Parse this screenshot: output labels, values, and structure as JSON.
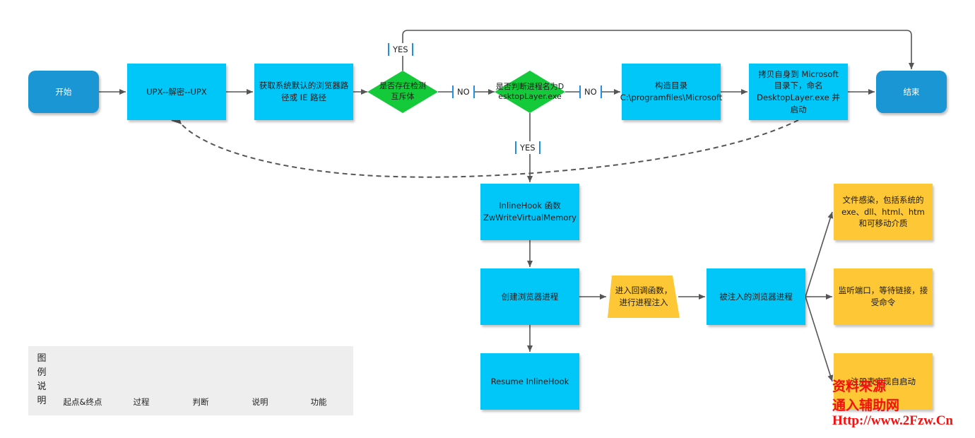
{
  "nodes": {
    "start": "开始",
    "upx": "UPX--解密--UPX",
    "get_path": "获取系统默认的浏览器路径或 IE 路径",
    "mutex": "是否存在检测互斥体",
    "judge_proc": "是否判断进程名为DesktopLayer.exe",
    "build_dir": "构造目录 C:\\programfiles\\Microsoft",
    "copy_self": "拷贝自身到 Microsoft 目录下，命名 DesktopLayer.exe 并启动",
    "end": "结束",
    "inline_hook": "InlineHook 函数 ZwWriteVirtualMemory",
    "create_browser": "创建浏览器进程",
    "resume_hook": "Resume InlineHook",
    "callback": "进入回调函数，进行进程注入",
    "injected_browser": "被注入的浏览器进程",
    "file_infect": "文件感染，包括系统的 exe、dll、html、htm 和可移动介质",
    "listen_port": "监听端口，等待链接，接受命令",
    "autostart": "注册表实现自启动"
  },
  "edge_labels": {
    "yes_top": "YES",
    "no_1": "NO",
    "no_2": "NO",
    "yes_down": "YES"
  },
  "legend": {
    "title": "图例说明",
    "terminal": "起点&终点",
    "process": "过程",
    "decision": "判断",
    "note": "说明",
    "function": "功能"
  },
  "watermark": {
    "line1": "资料来源",
    "line2": "通入辅助网",
    "line3": "Http://www.2Fzw.Cn"
  },
  "colors": {
    "terminal": "#1b96d4",
    "process": "#00c7f8",
    "decision": "#14c93a",
    "note": "#fdc735",
    "function": "#fdc735",
    "edge": "#555555",
    "label_border": "#1e90e8",
    "watermark": "#f51010"
  }
}
